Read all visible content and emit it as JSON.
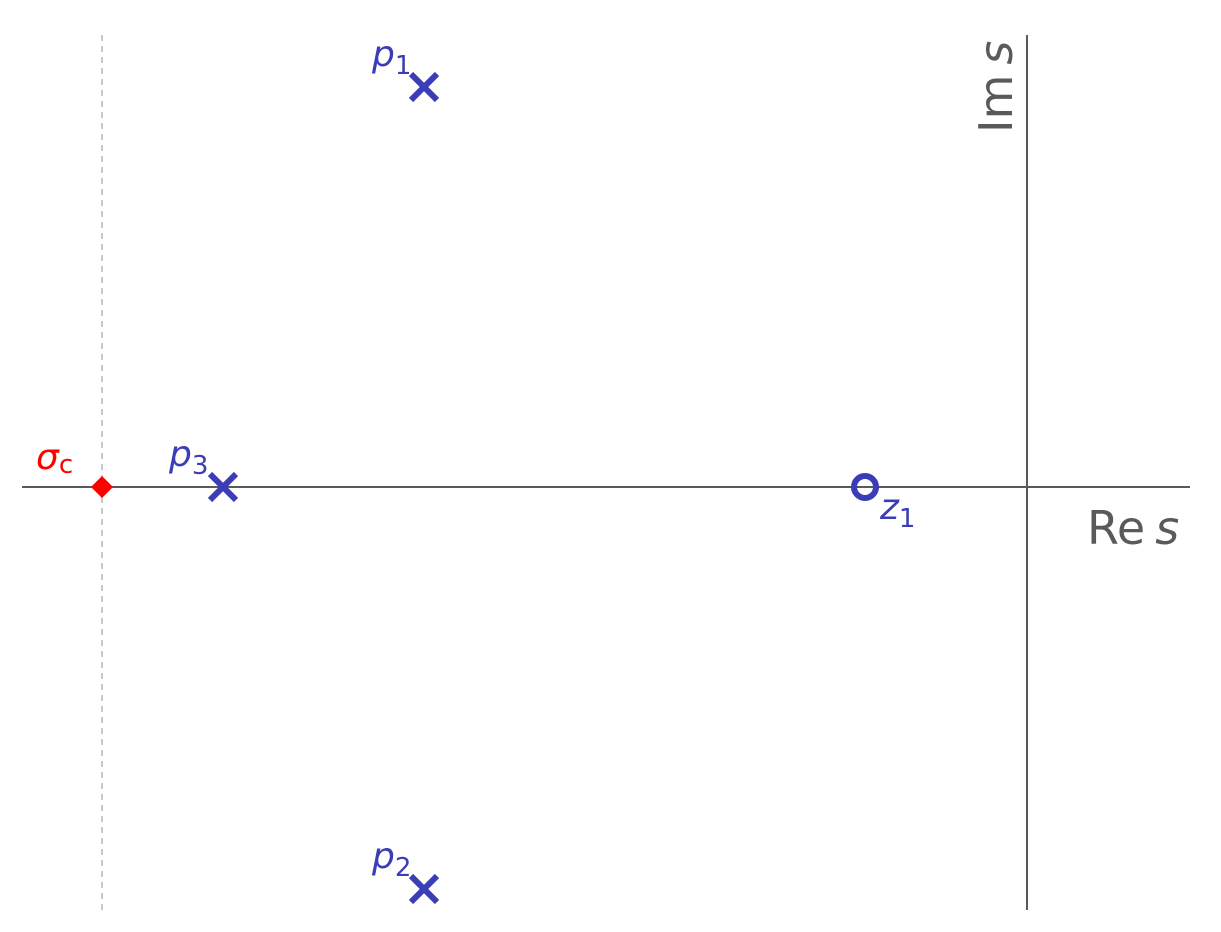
{
  "axes": {
    "real_label": "Re",
    "imag_label": "Im",
    "variable": "s",
    "axis_color": "#5a5a5a"
  },
  "marker_color": "#3a3db5",
  "abscissa": {
    "symbol": "σ",
    "subscript": "c",
    "color": "#ff0000"
  },
  "poles": [
    {
      "symbol": "p",
      "subscript": "1"
    },
    {
      "symbol": "p",
      "subscript": "2"
    },
    {
      "symbol": "p",
      "subscript": "3"
    }
  ],
  "zeros": [
    {
      "symbol": "z",
      "subscript": "1"
    }
  ]
}
